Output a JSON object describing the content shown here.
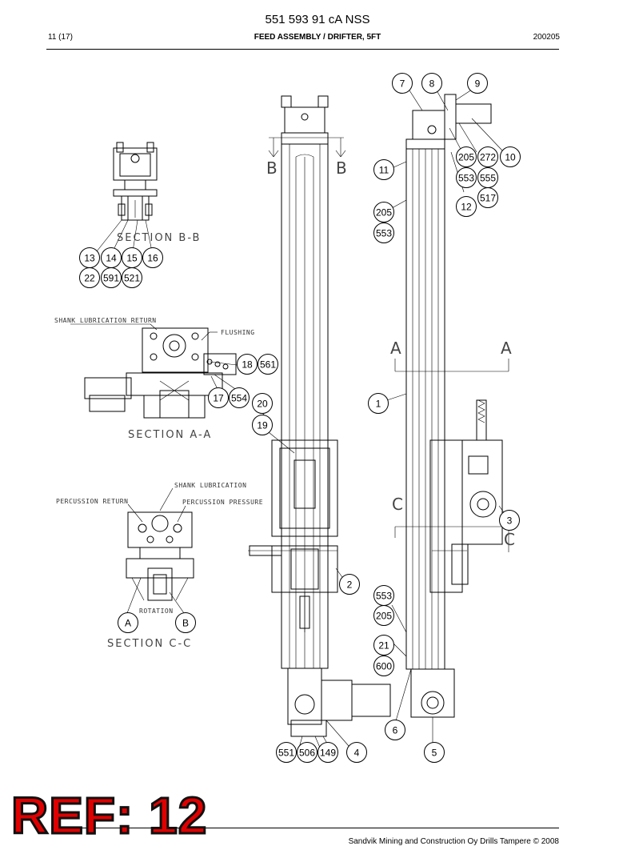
{
  "header": {
    "doc_number": "551 593 91 cA NSS",
    "page": "11 (17)",
    "title": "FEED ASSEMBLY / DRIFTER, 5FT",
    "date": "200205"
  },
  "footer": {
    "copyright": "Sandvik Mining and Construction Oy Drills Tampere © 2008"
  },
  "watermark": {
    "text": "REF: 12"
  },
  "sections": {
    "b_b": "SECTION B-B",
    "a_a": "SECTION A-A",
    "c_c": "SECTION C-C"
  },
  "annotations": {
    "shank_lub_return": "SHANK LUBRICATION RETURN",
    "flushing": "FLUSHING",
    "shank_lub": "SHANK LUBRICATION",
    "perc_return": "PERCUSSION RETURN",
    "perc_pressure": "PERCUSSION PRESSURE",
    "rotation": "ROTATION"
  },
  "section_markers": {
    "b": "B",
    "a": "A",
    "c": "C"
  },
  "balloons": {
    "b7": "7",
    "b8": "8",
    "b9": "9",
    "b205a": "205",
    "b272": "272",
    "b10": "10",
    "b11": "11",
    "b553a": "553",
    "b555": "555",
    "b517": "517",
    "b12": "12",
    "b205b": "205",
    "b553b": "553",
    "b13": "13",
    "b14": "14",
    "b15": "15",
    "b16": "16",
    "b22": "22",
    "b591": "591",
    "b521": "521",
    "b18": "18",
    "b561": "561",
    "b17": "17",
    "b554": "554",
    "b20": "20",
    "b19": "19",
    "b1": "1",
    "b3": "3",
    "b2": "2",
    "bA": "A",
    "bB": "B",
    "b553c": "553",
    "b205c": "205",
    "b21": "21",
    "b600": "600",
    "b6": "6",
    "b551": "551",
    "b506": "506",
    "b149": "149",
    "b4": "4",
    "b5": "5"
  }
}
